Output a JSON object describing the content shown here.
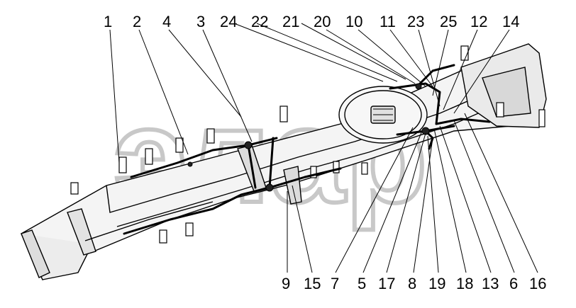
{
  "watermark": {
    "text": "элар"
  },
  "callouts_top": [
    "1",
    "2",
    "4",
    "3",
    "24",
    "22",
    "21",
    "20",
    "10",
    "11",
    "23",
    "25",
    "12",
    "14"
  ],
  "callouts_bottom": [
    "9",
    "15",
    "7",
    "5",
    "17",
    "8",
    "19",
    "18",
    "13",
    "6",
    "16"
  ],
  "colors": {
    "line": "#000000",
    "background": "#ffffff",
    "watermark": "#c8c8c8",
    "frame_fill": "#f4f4f4"
  }
}
